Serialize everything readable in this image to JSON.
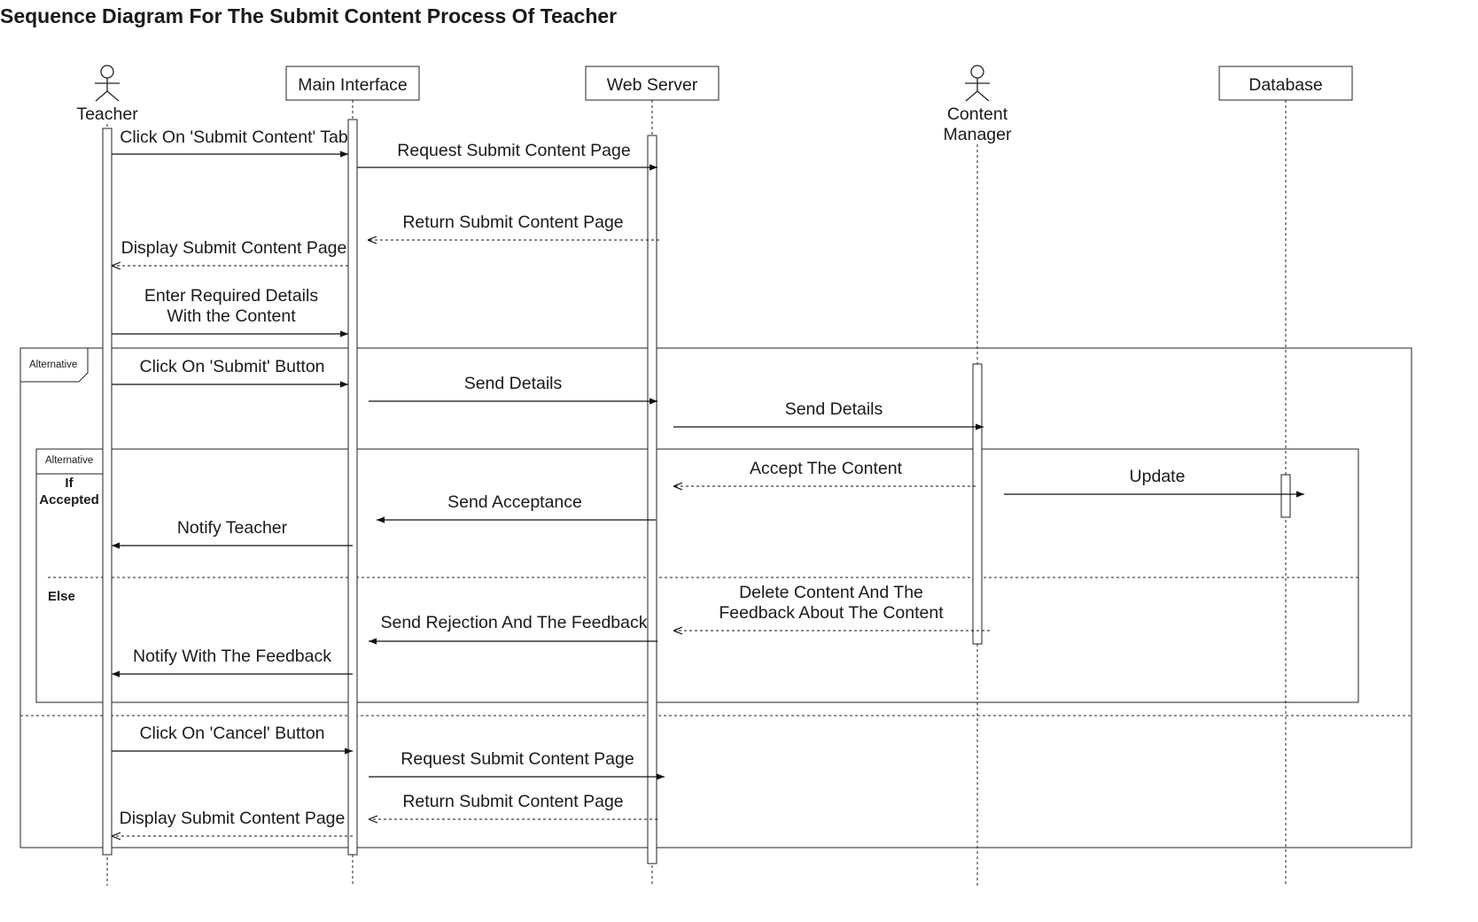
{
  "title": "Sequence Diagram For The Submit Content Process Of Teacher",
  "participants": [
    {
      "id": "teacher",
      "kind": "actor",
      "label_lines": [
        "Teacher"
      ]
    },
    {
      "id": "main",
      "kind": "box",
      "label_lines": [
        "Main Interface"
      ]
    },
    {
      "id": "web",
      "kind": "box",
      "label_lines": [
        "Web Server"
      ]
    },
    {
      "id": "cm",
      "kind": "actor",
      "label_lines": [
        "Content",
        "Manager"
      ]
    },
    {
      "id": "db",
      "kind": "box",
      "label_lines": [
        "Database"
      ]
    }
  ],
  "messages": [
    {
      "from": "teacher",
      "to": "main",
      "style": "sync",
      "lines": [
        "Click On 'Submit Content' Tab"
      ]
    },
    {
      "from": "main",
      "to": "web",
      "style": "sync",
      "lines": [
        "Request Submit Content Page"
      ]
    },
    {
      "from": "web",
      "to": "main",
      "style": "return",
      "lines": [
        "Return Submit Content Page"
      ]
    },
    {
      "from": "main",
      "to": "teacher",
      "style": "return",
      "lines": [
        "Display Submit Content Page"
      ]
    },
    {
      "from": "teacher",
      "to": "main",
      "style": "sync",
      "lines": [
        "Enter Required Details",
        "With the Content"
      ]
    },
    {
      "from": "teacher",
      "to": "main",
      "style": "sync",
      "lines": [
        "Click On 'Submit' Button"
      ]
    },
    {
      "from": "main",
      "to": "web",
      "style": "sync",
      "lines": [
        "Send Details"
      ]
    },
    {
      "from": "web",
      "to": "cm",
      "style": "sync",
      "lines": [
        "Send Details"
      ]
    },
    {
      "from": "cm",
      "to": "web",
      "style": "return",
      "lines": [
        "Accept The Content"
      ]
    },
    {
      "from": "cm",
      "to": "db",
      "style": "sync",
      "lines": [
        "Update"
      ]
    },
    {
      "from": "web",
      "to": "main",
      "style": "sync",
      "lines": [
        "Send Acceptance"
      ]
    },
    {
      "from": "main",
      "to": "teacher",
      "style": "sync",
      "lines": [
        "Notify Teacher"
      ]
    },
    {
      "from": "cm",
      "to": "web",
      "style": "return",
      "lines": [
        "Delete Content And The",
        "Feedback About The Content"
      ]
    },
    {
      "from": "web",
      "to": "main",
      "style": "sync",
      "lines": [
        "Send Rejection And The Feedback"
      ]
    },
    {
      "from": "main",
      "to": "teacher",
      "style": "sync",
      "lines": [
        "Notify With The Feedback"
      ]
    },
    {
      "from": "teacher",
      "to": "main",
      "style": "sync",
      "lines": [
        "Click On 'Cancel' Button"
      ]
    },
    {
      "from": "main",
      "to": "web",
      "style": "sync",
      "lines": [
        "Request Submit Content Page"
      ]
    },
    {
      "from": "web",
      "to": "main",
      "style": "return",
      "lines": [
        "Return Submit Content Page"
      ]
    },
    {
      "from": "main",
      "to": "teacher",
      "style": "return",
      "lines": [
        "Display Submit Content Page"
      ]
    }
  ],
  "fragments": [
    {
      "id": "outer",
      "operator": "Alternative",
      "guards": []
    },
    {
      "id": "inner",
      "operator": "Alternative",
      "guards": [
        "If Accepted",
        "Else"
      ]
    }
  ]
}
